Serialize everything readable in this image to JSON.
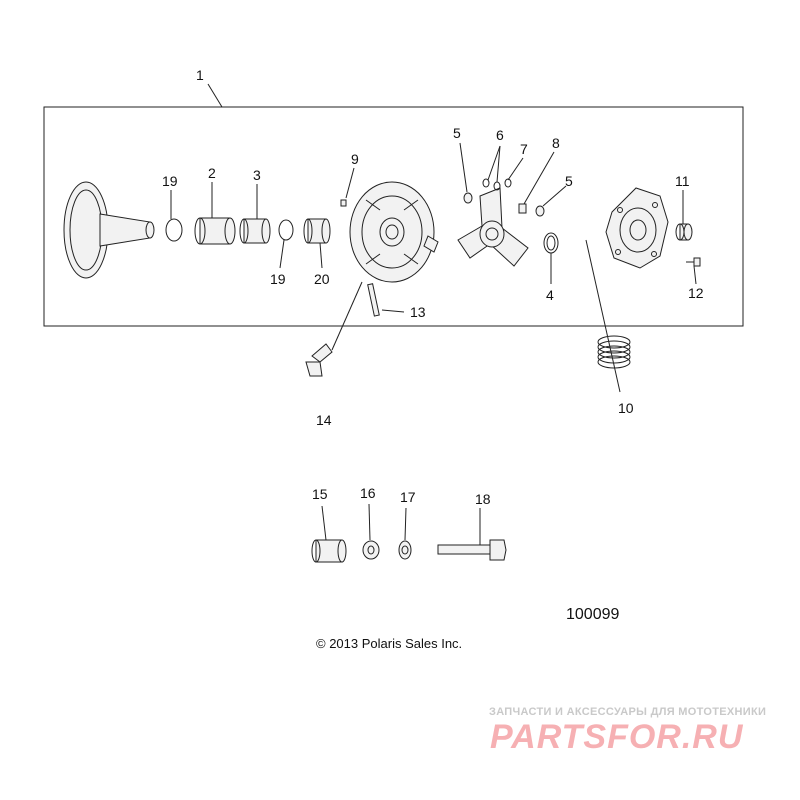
{
  "callouts": {
    "c1": "1",
    "c2": "2",
    "c3": "3",
    "c4": "4",
    "c5a": "5",
    "c5b": "5",
    "c6": "6",
    "c7": "7",
    "c8": "8",
    "c9": "9",
    "c10": "10",
    "c11": "11",
    "c12": "12",
    "c13": "13",
    "c14": "14",
    "c15": "15",
    "c16": "16",
    "c17": "17",
    "c18": "18",
    "c19a": "19",
    "c19b": "19",
    "c20": "20"
  },
  "diagram_id": "100099",
  "copyright": "© 2013 Polaris Sales Inc.",
  "watermark": {
    "tagline": "ЗАПЧАСТИ И АКСЕССУАРЫ ДЛЯ МОТОТЕХНИКИ",
    "logo": "PARTSFOR.RU"
  }
}
